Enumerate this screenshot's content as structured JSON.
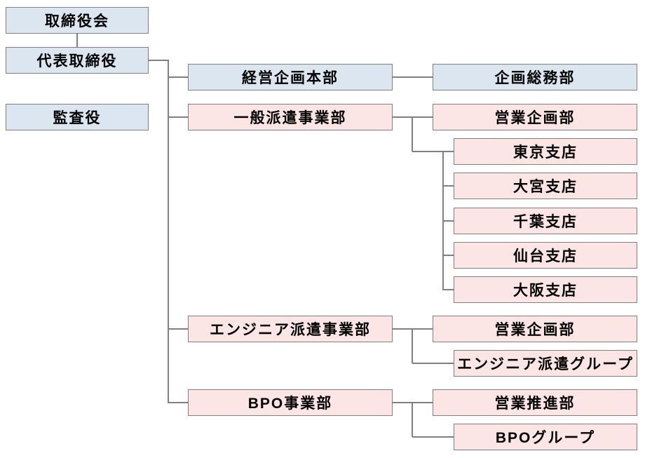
{
  "org_chart": {
    "colors": {
      "background": "#ffffff",
      "executive_fill": "#dce6f1",
      "business_fill": "#fce5e5",
      "border": "#808080",
      "line": "#808080",
      "text": "#000000"
    },
    "nodes": {
      "board_of_directors": "取締役会",
      "representative_director": "代表取締役",
      "auditor": "監査役",
      "corporate_planning_hq": "経営企画本部",
      "planning_general_affairs_dept": "企画総務部",
      "general_staffing_division": "一般派遣事業部",
      "sales_planning_dept_general": "営業企画部",
      "tokyo_branch": "東京支店",
      "omiya_branch": "大宮支店",
      "chiba_branch": "千葉支店",
      "sendai_branch": "仙台支店",
      "osaka_branch": "大阪支店",
      "engineer_staffing_division": "エンジニア派遣事業部",
      "sales_planning_dept_engineer": "営業企画部",
      "engineer_staffing_group": "エンジニア派遣グループ",
      "bpo_division": "BPO事業部",
      "sales_promotion_dept": "営業推進部",
      "bpo_group": "BPOグループ"
    }
  }
}
